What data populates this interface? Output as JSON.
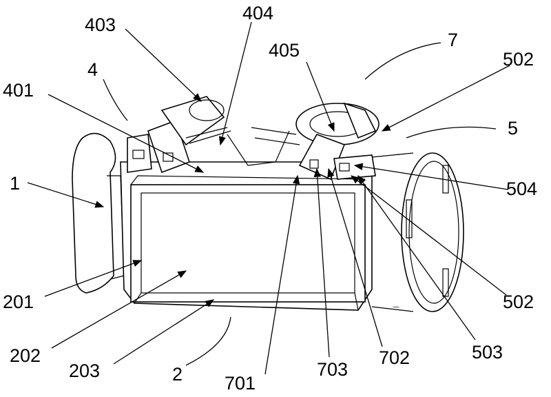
{
  "figure": {
    "labels": [
      {
        "id": "l403",
        "text": "403"
      },
      {
        "id": "l404",
        "text": "404"
      },
      {
        "id": "l405",
        "text": "405"
      },
      {
        "id": "l7",
        "text": "7"
      },
      {
        "id": "l502a",
        "text": "502"
      },
      {
        "id": "l4",
        "text": "4"
      },
      {
        "id": "l401",
        "text": "401"
      },
      {
        "id": "l5",
        "text": "5"
      },
      {
        "id": "l1",
        "text": "1"
      },
      {
        "id": "l504",
        "text": "504"
      },
      {
        "id": "l201",
        "text": "201"
      },
      {
        "id": "l502b",
        "text": "502"
      },
      {
        "id": "l202",
        "text": "202"
      },
      {
        "id": "l203",
        "text": "203"
      },
      {
        "id": "l2",
        "text": "2"
      },
      {
        "id": "l701",
        "text": "701"
      },
      {
        "id": "l703",
        "text": "703"
      },
      {
        "id": "l702",
        "text": "702"
      },
      {
        "id": "l503",
        "text": "503"
      }
    ]
  }
}
